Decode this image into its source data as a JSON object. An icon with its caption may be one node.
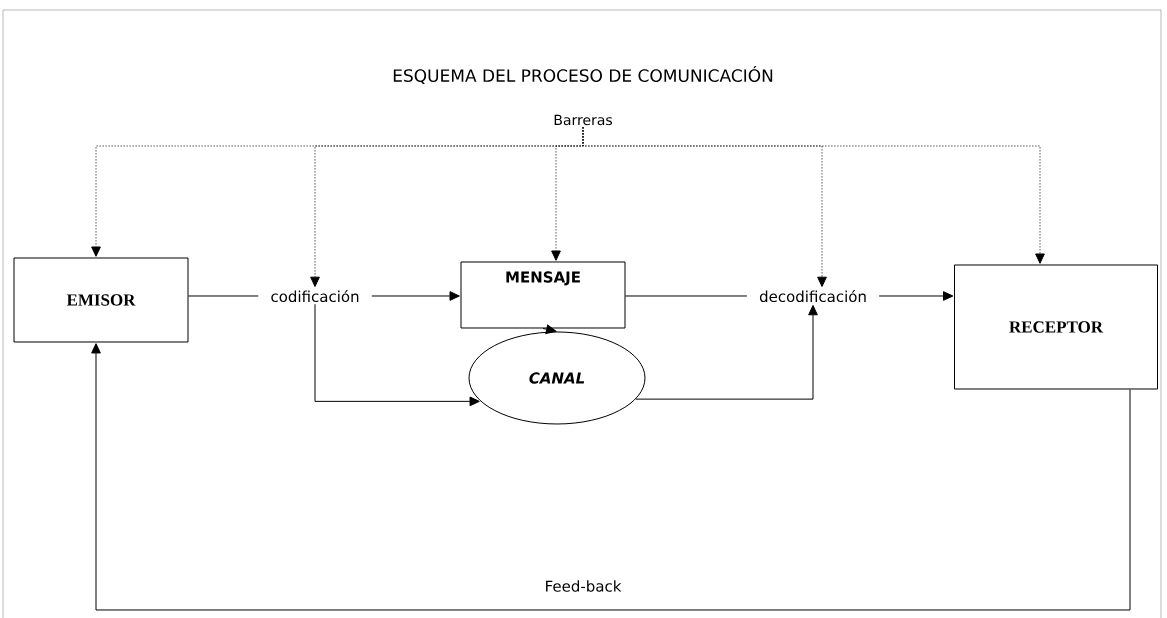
{
  "diagram": {
    "title": "ESQUEMA DEL PROCESO DE COMUNICACIÓN",
    "nodes": [
      {
        "text": [
          "Barreras"
        ]
      },
      {
        "text": [
          "EMISOR"
        ]
      },
      {
        "text": [
          "codificación"
        ]
      },
      {
        "text": [
          "MENSAJE"
        ]
      },
      {
        "text": [
          "decodificación"
        ]
      },
      {
        "text": [
          "RECEPTOR"
        ]
      },
      {
        "text": [
          "CANAL"
        ]
      }
    ],
    "edges": [
      {
        "from": 0,
        "to": 1,
        "arrow": "to",
        "style": "dashed"
      },
      {
        "from": 0,
        "to": 2,
        "arrow": "to",
        "style": "dashed"
      },
      {
        "from": 0,
        "to": 3,
        "arrow": "to",
        "style": "dashed"
      },
      {
        "from": 0,
        "to": 4,
        "arrow": "to",
        "style": "dashed"
      },
      {
        "from": 0,
        "to": 5,
        "arrow": "to",
        "style": "dashed"
      },
      {
        "from": 1,
        "to": 2,
        "arrow": "none"
      },
      {
        "from": 2,
        "to": 3,
        "arrow": "to"
      },
      {
        "from": 3,
        "to": 4,
        "arrow": "none"
      },
      {
        "from": 4,
        "to": 5,
        "arrow": "to"
      },
      {
        "from": 3,
        "to": 6,
        "arrow": "to"
      },
      {
        "from": 2,
        "to": 6,
        "arrow": "to"
      },
      {
        "from": 6,
        "to": 4,
        "arrow": "to"
      },
      {
        "from": 5,
        "to": 1,
        "arrow": "to",
        "label": "Feed-back"
      }
    ]
  }
}
